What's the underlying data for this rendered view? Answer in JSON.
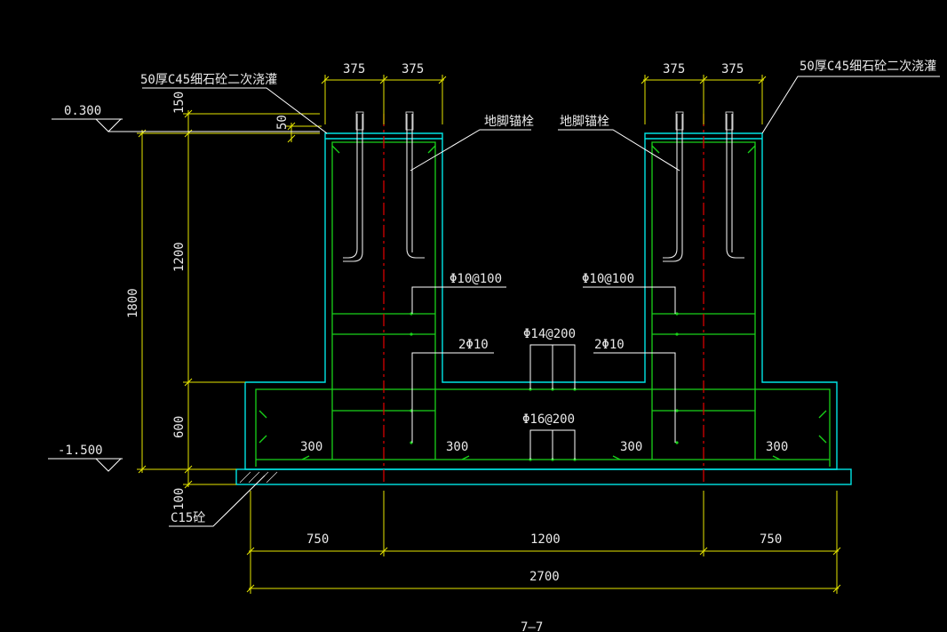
{
  "colors": {
    "background": "#000000",
    "concrete_outline": "#00e5e5",
    "rebar": "#19d219",
    "dimension": "#e6e600",
    "centerline": "#e60000",
    "anchor_bolt": "#e8e8e8",
    "leader": "#ffffff"
  },
  "labels": {
    "grout_left": "50厚C45细石砼二次浇灌",
    "grout_right": "50厚C45细石砼二次浇灌",
    "bolt_left": "地脚锚栓",
    "bolt_right": "地脚锚栓",
    "elev_top": "0.300",
    "elev_bottom": "-1.500",
    "cushion": "C15砼",
    "stirrup_left": "Φ10@100",
    "stirrup_right": "Φ10@100",
    "bar_left": "2Φ10",
    "bar_right": "2Φ10",
    "top_mesh": "Φ14@200",
    "bottom_mesh": "Φ16@200",
    "cover_1": "300",
    "cover_2": "300",
    "cover_3": "300",
    "cover_4": "300",
    "section_title": "7—7"
  },
  "dimensions": {
    "top_l1": "375",
    "top_l2": "375",
    "top_r1": "375",
    "top_r2": "375",
    "v150": "150",
    "v50": "50",
    "v1200": "1200",
    "v1800": "1800",
    "v600": "600",
    "v100": "100",
    "b750l": "750",
    "b1200": "1200",
    "b750r": "750",
    "b2700": "2700"
  }
}
